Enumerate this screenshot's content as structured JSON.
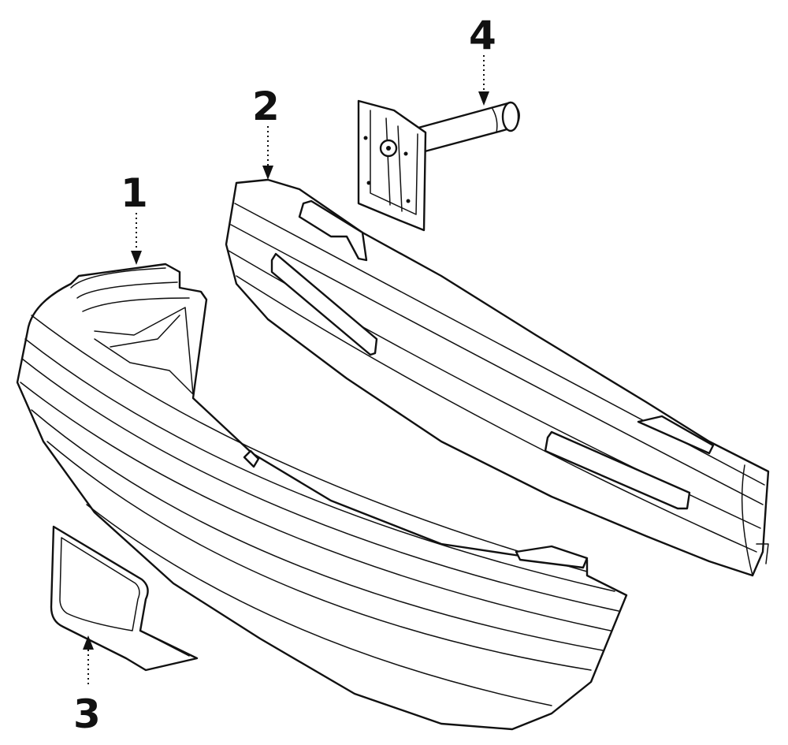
{
  "callouts": {
    "c1": "1",
    "c2": "2",
    "c3": "3",
    "c4": "4"
  },
  "parts": [
    {
      "callout": "1",
      "icon": "bumper-cover"
    },
    {
      "callout": "2",
      "icon": "impact-bar"
    },
    {
      "callout": "3",
      "icon": "license-bracket"
    },
    {
      "callout": "4",
      "icon": "energy-absorber"
    }
  ],
  "colors": {
    "ink": "#111111",
    "background": "#ffffff"
  }
}
